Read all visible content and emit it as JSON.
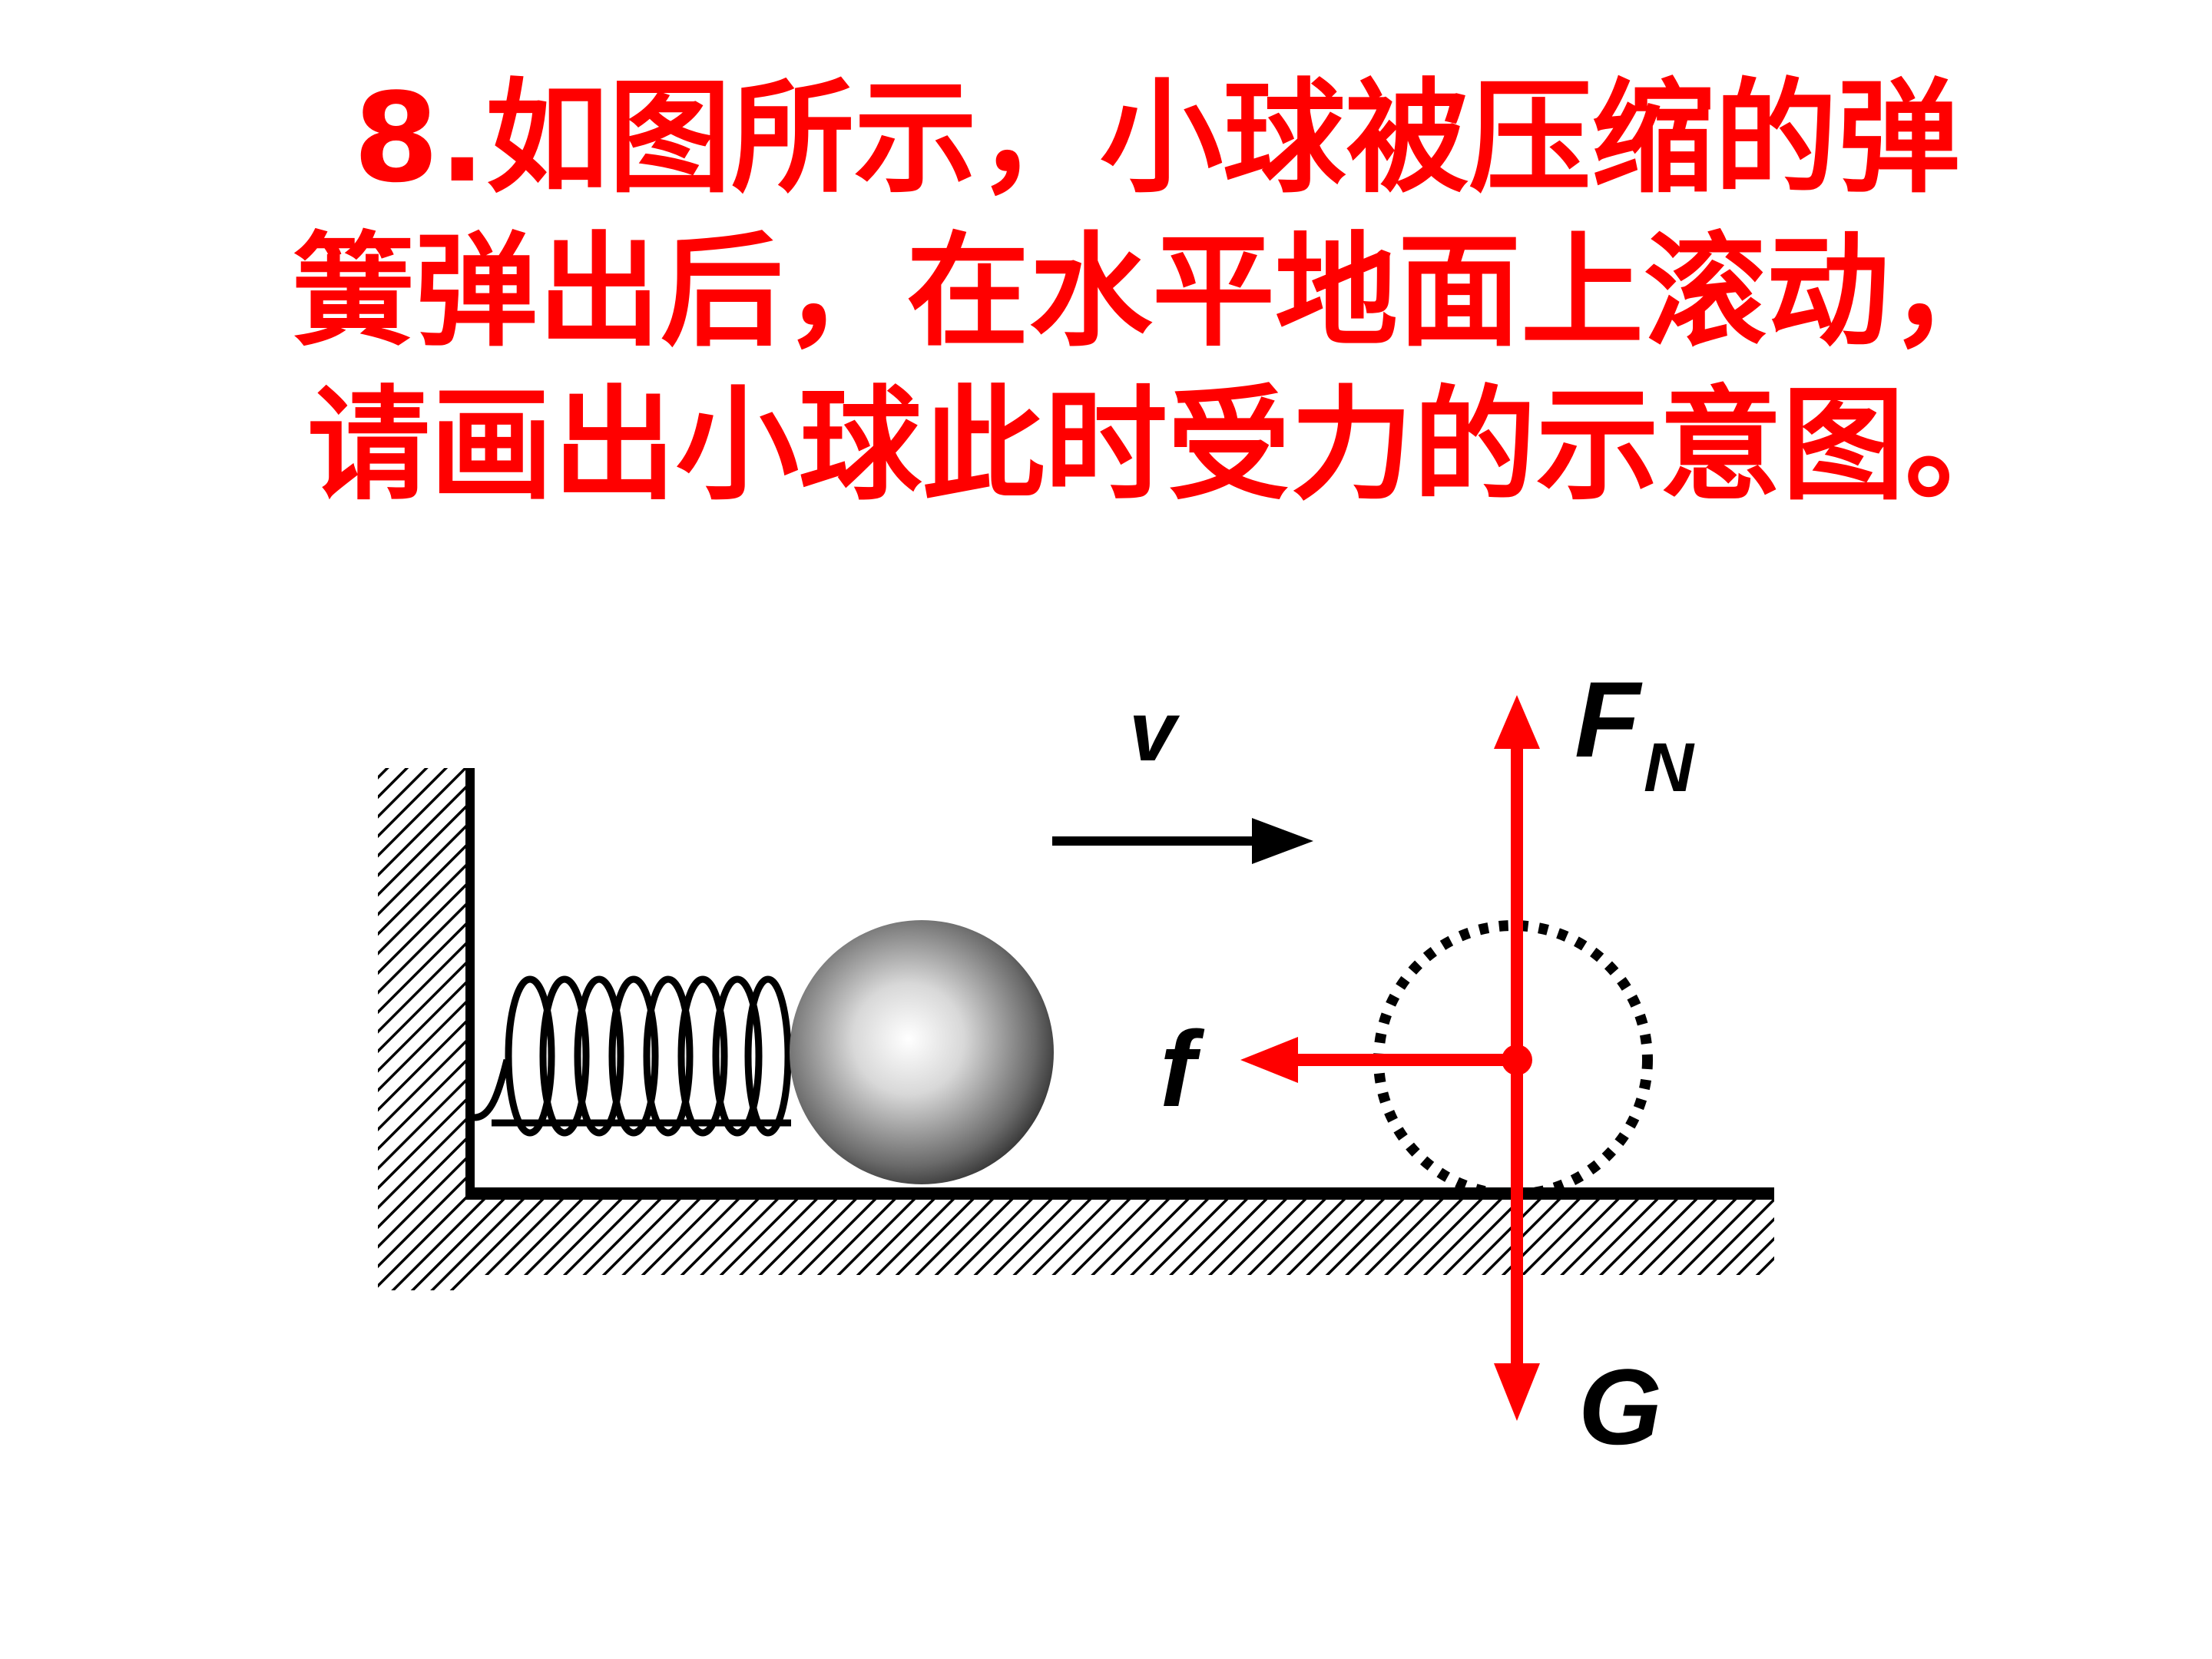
{
  "question": {
    "line1": "8.如图所示，小球被压缩的弹",
    "line2": "簧弹出后，在水平地面上滚动，",
    "line3": "请画出小球此时受力的示意图。"
  },
  "diagram": {
    "velocity_label": "v",
    "normal_force_label": "F",
    "normal_force_subscript": "N",
    "friction_label": "f",
    "gravity_label": "G",
    "force_color": "#ff0000",
    "ink_color": "#000000"
  }
}
